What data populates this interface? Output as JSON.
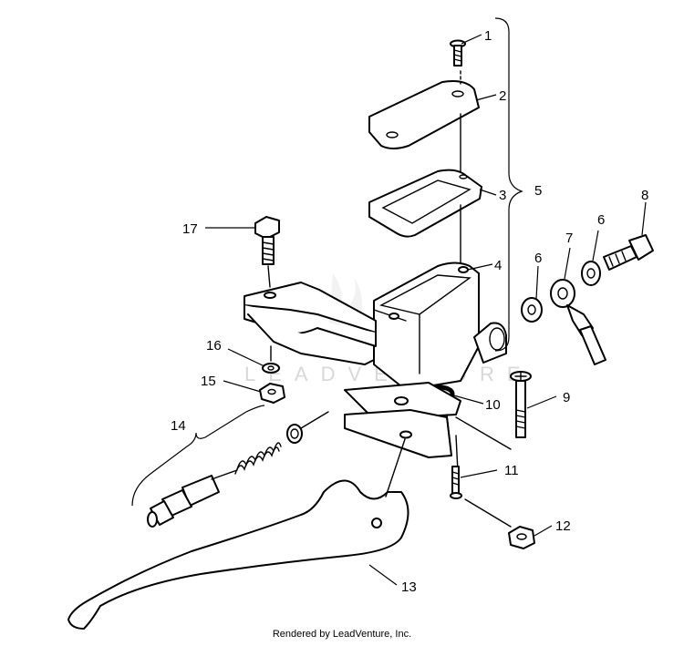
{
  "callouts": {
    "c1": "1",
    "c2": "2",
    "c3": "3",
    "c4": "4",
    "c5": "5",
    "c6a": "6",
    "c6b": "6",
    "c7": "7",
    "c8": "8",
    "c9": "9",
    "c10": "10",
    "c11": "11",
    "c12": "12",
    "c13": "13",
    "c14": "14",
    "c15": "15",
    "c16": "16",
    "c17": "17"
  },
  "watermark": "LEADVENTURE",
  "footer": "Rendered by LeadVenture, Inc.",
  "colors": {
    "line": "#000000",
    "background": "#ffffff",
    "watermark": "#d8d8d8"
  }
}
